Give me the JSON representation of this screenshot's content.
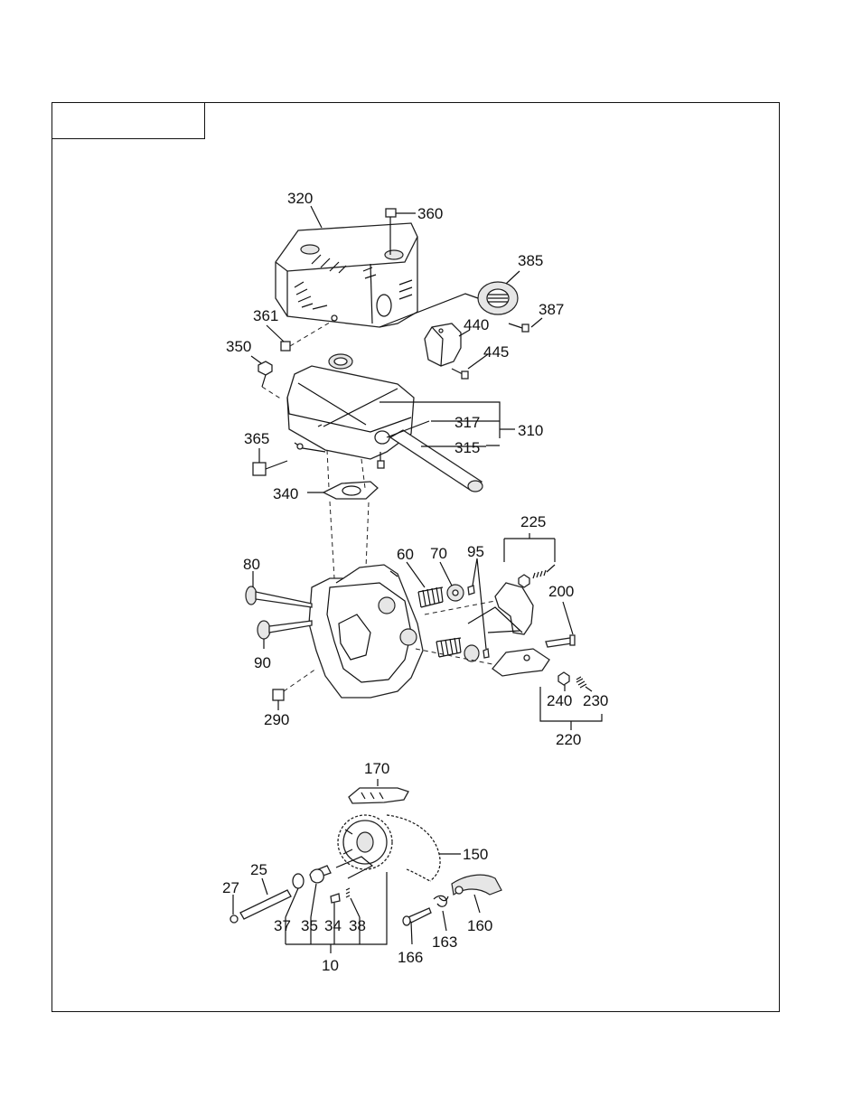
{
  "header": {
    "section_title": ""
  },
  "callouts": {
    "c320": "320",
    "c360": "360",
    "c385": "385",
    "c387": "387",
    "c361": "361",
    "c440": "440",
    "c350": "350",
    "c445": "445",
    "c317": "317",
    "c310": "310",
    "c365": "365",
    "c315": "315",
    "c340": "340",
    "c225": "225",
    "c80": "80",
    "c60": "60",
    "c70": "70",
    "c95": "95",
    "c200": "200",
    "c90": "90",
    "c240": "240",
    "c230": "230",
    "c290": "290",
    "c220": "220",
    "c170": "170",
    "c150": "150",
    "c25": "25",
    "c27": "27",
    "c160": "160",
    "c37": "37",
    "c35": "35",
    "c34": "34",
    "c38": "38",
    "c163": "163",
    "c166": "166",
    "c10": "10"
  },
  "icons": {
    "muffler_cover": "muffler-cover-icon",
    "muffler": "muffler-icon",
    "cylinder_head": "cylinder-head-icon",
    "camshaft_sprocket": "sprocket-icon",
    "timing_chain": "chain-icon"
  },
  "colors": {
    "ink": "#111111",
    "paper": "#ffffff"
  }
}
